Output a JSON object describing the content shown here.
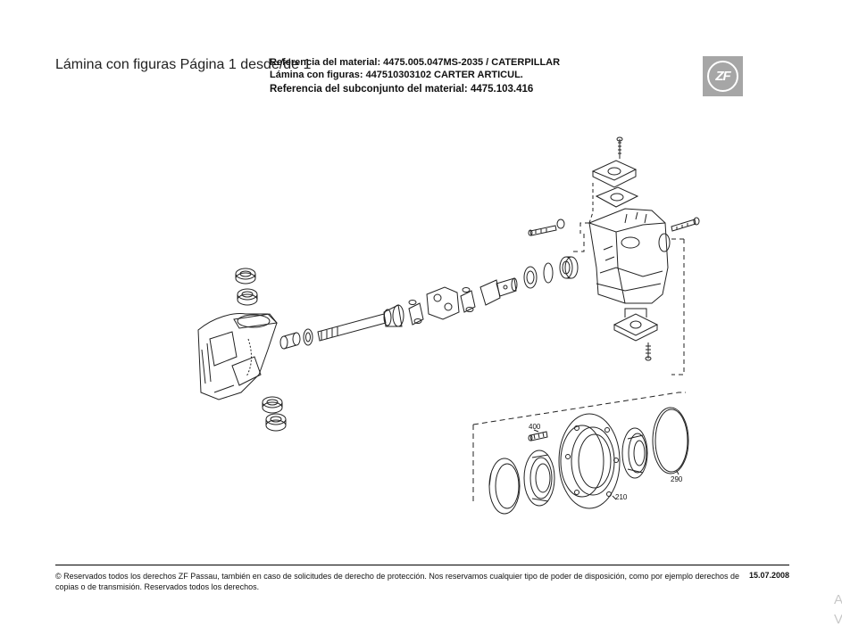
{
  "header": {
    "page_title": "Lámina con figuras Página 1 desde/de 1",
    "material_ref": "Referencia del material: 4475.005.047MS-2035 / CATERPILLAR",
    "figure_ref": "Lámina con figuras: 447510303102   CARTER ARTICUL.",
    "subassembly_ref": "Referencia del subconjunto del material: 4475.103.416",
    "logo_text": "ZF"
  },
  "drawing": {
    "callouts": [
      {
        "id": "400",
        "label": "400"
      },
      {
        "id": "210",
        "label": "210"
      },
      {
        "id": "290",
        "label": "290"
      }
    ]
  },
  "footer": {
    "copyright": "© Reservados todos los derechos ZF Passau, también en caso de solicitudes de derecho de protección. Nos reservamos cualquier tipo de poder de disposición, como por ejemplo derechos de copias o de transmisión. Reservados todos los derechos.",
    "date": "15.07.2008"
  },
  "edge_glyphs": [
    "A",
    "V"
  ],
  "colors": {
    "logo_bg": "#a6a6a6",
    "line": "#222222"
  }
}
